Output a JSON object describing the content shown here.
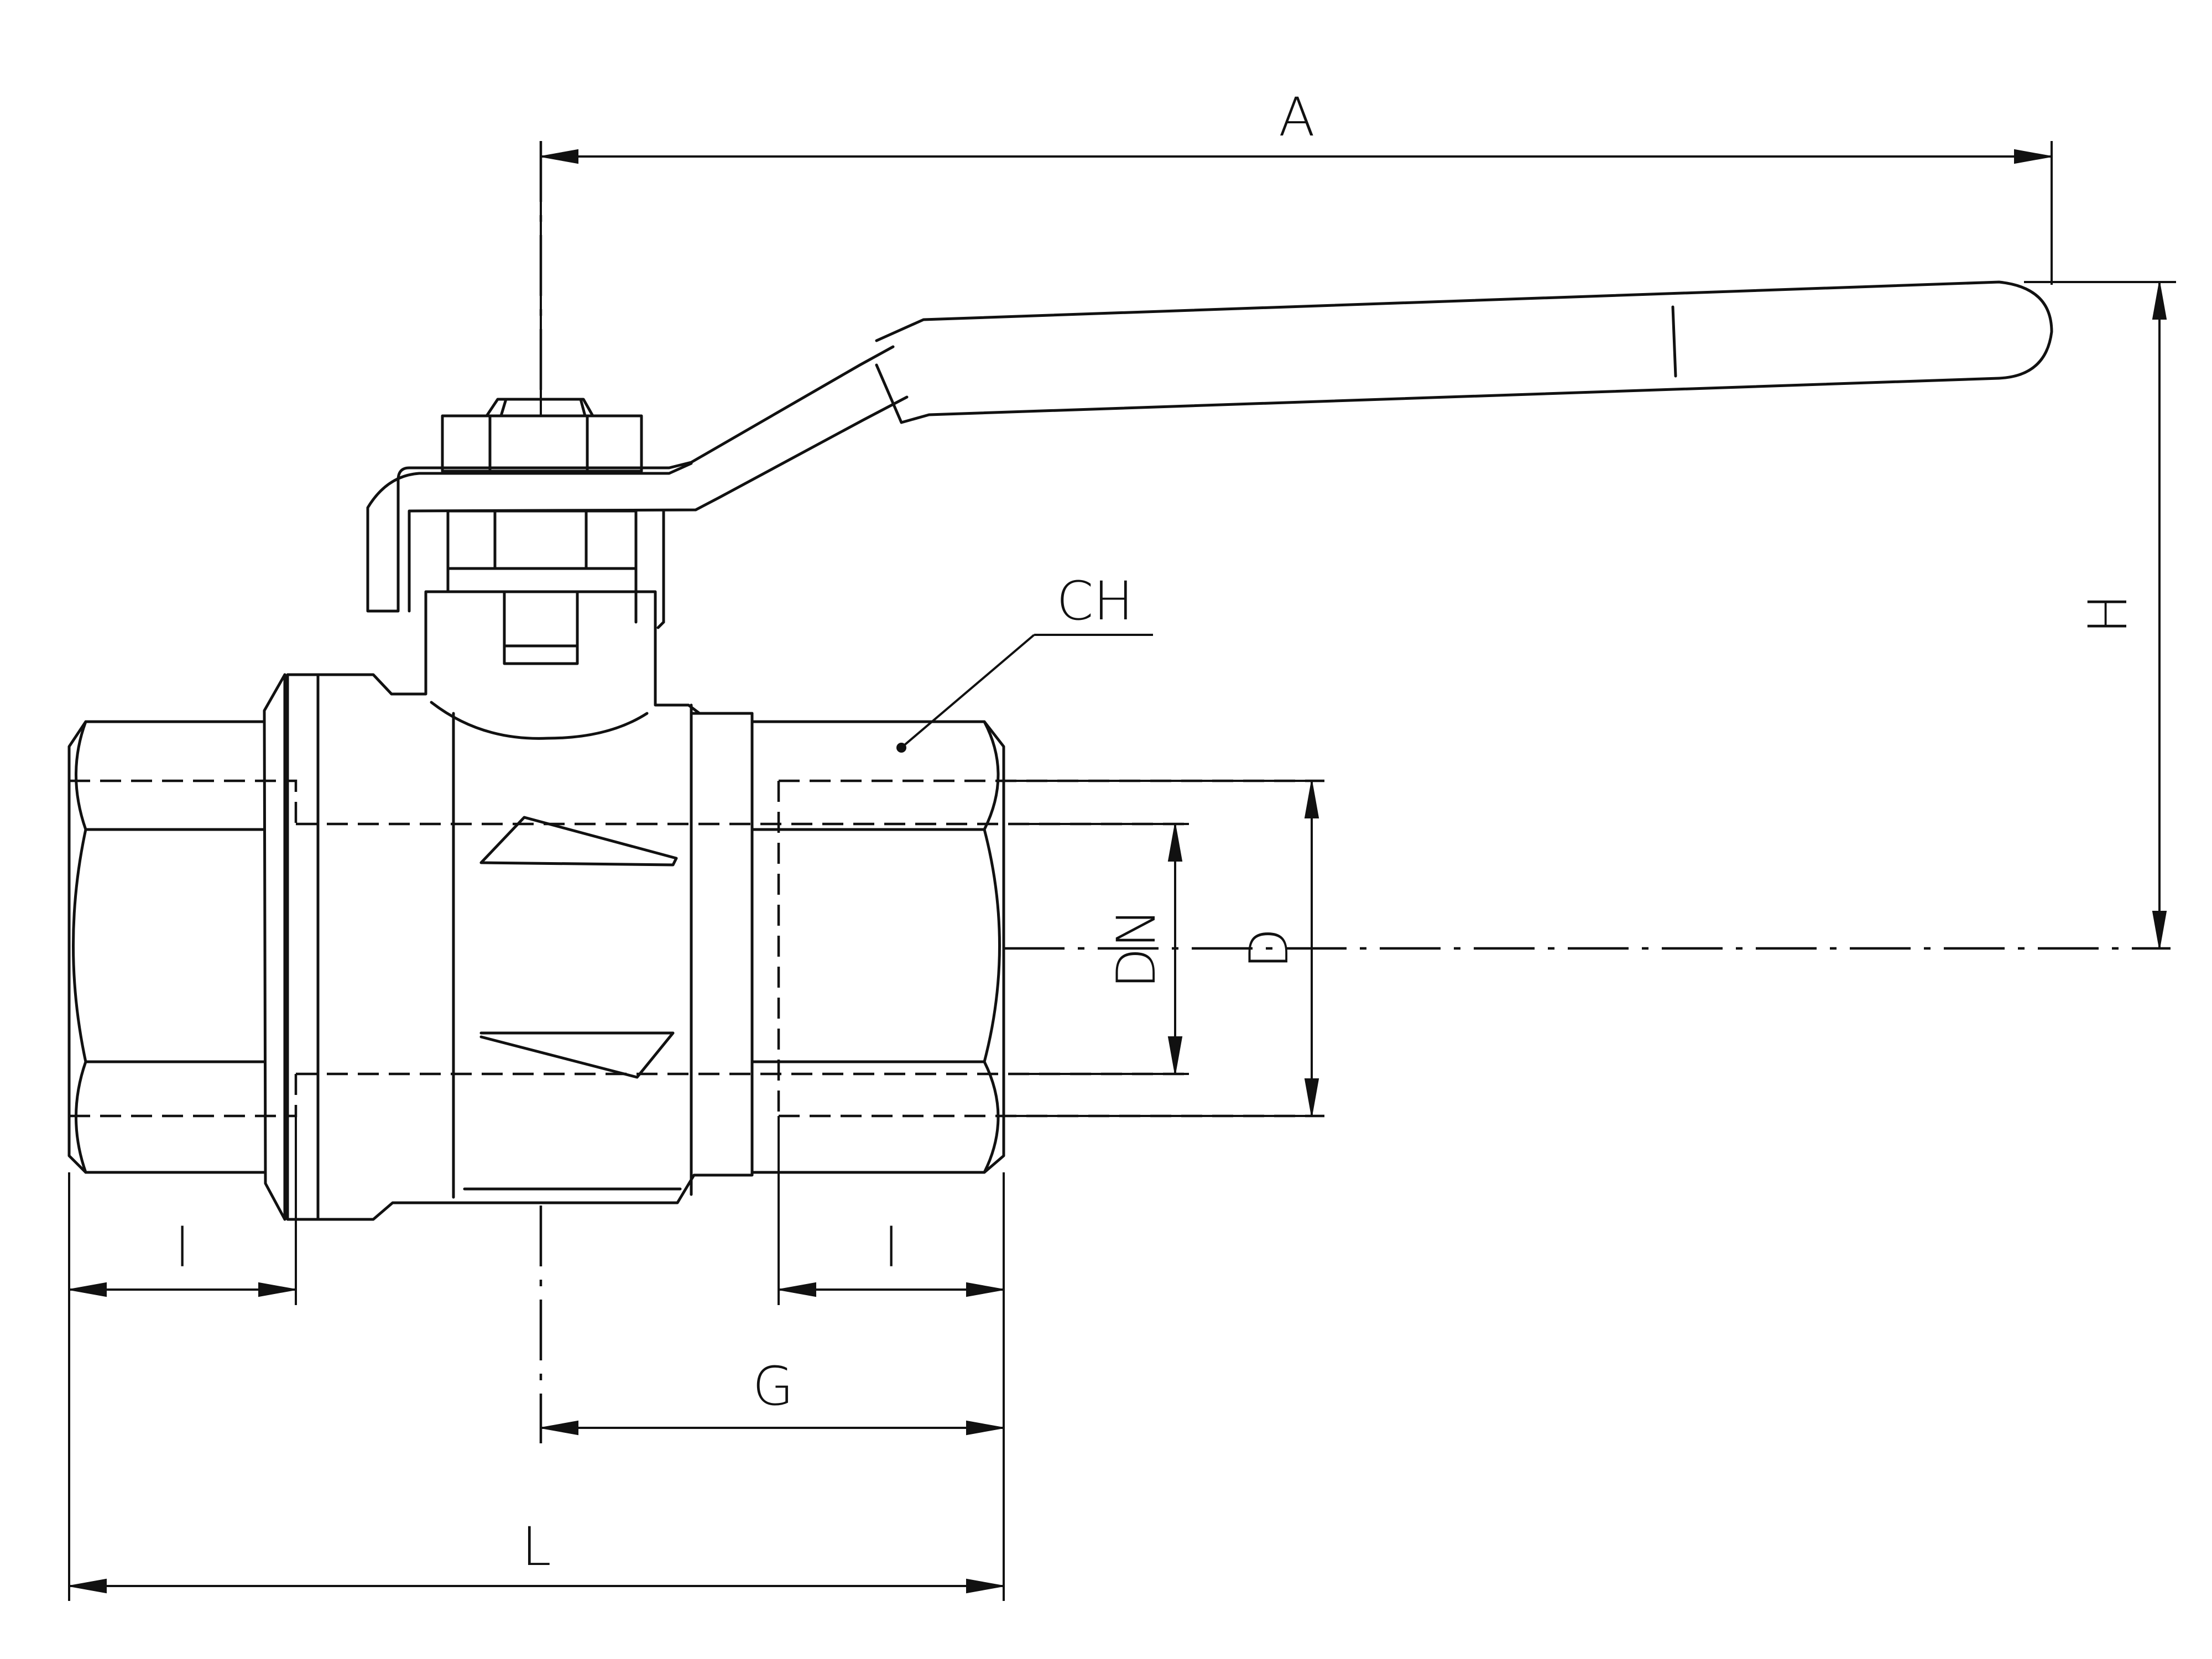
{
  "dimension_labels": {
    "A": "A",
    "H": "H",
    "CH": "CH",
    "DN": "DN",
    "D": "D",
    "l_left": "l",
    "l_right": "l",
    "G": "G",
    "L": "L"
  }
}
